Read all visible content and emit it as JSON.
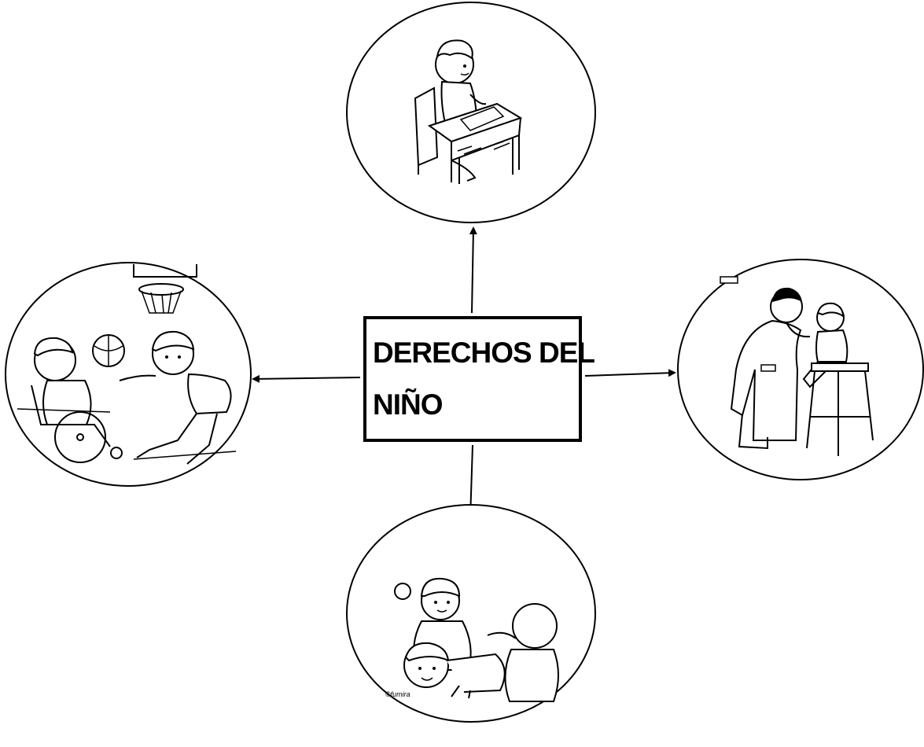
{
  "center": {
    "title_line1": "DERECHOS DEL",
    "title_line2": "NIÑO"
  },
  "illustrations": {
    "top": "child writing at a school desk",
    "right": "doctor examining a child with a stethoscope",
    "bottom": "children helping each other",
    "left": "children playing basketball, one in a wheelchair"
  },
  "copyright_text": "©fumira",
  "colors": {
    "stroke": "#000000",
    "background": "#ffffff"
  }
}
